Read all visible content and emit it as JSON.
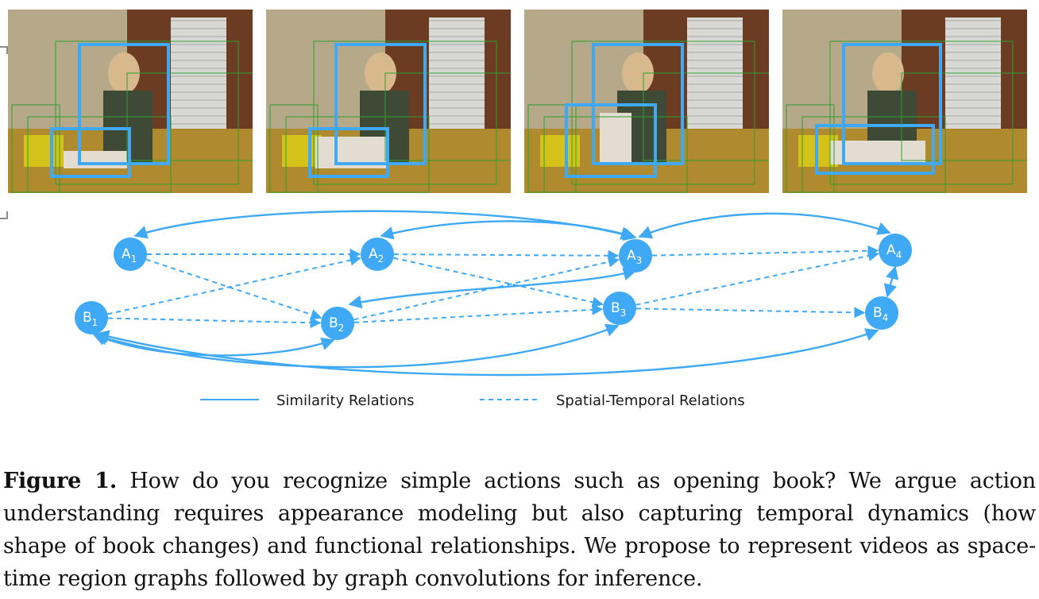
{
  "frames": [
    {
      "id": "frame-1"
    },
    {
      "id": "frame-2"
    },
    {
      "id": "frame-3"
    },
    {
      "id": "frame-4"
    }
  ],
  "graph": {
    "nodes": [
      {
        "id": "A1",
        "letter": "A",
        "sub": "1"
      },
      {
        "id": "A2",
        "letter": "A",
        "sub": "2"
      },
      {
        "id": "A3",
        "letter": "A",
        "sub": "3"
      },
      {
        "id": "A4",
        "letter": "A",
        "sub": "4"
      },
      {
        "id": "B1",
        "letter": "B",
        "sub": "1"
      },
      {
        "id": "B2",
        "letter": "B",
        "sub": "2"
      },
      {
        "id": "B3",
        "letter": "B",
        "sub": "3"
      },
      {
        "id": "B4",
        "letter": "B",
        "sub": "4"
      }
    ],
    "similarity_edges": [
      [
        "A1",
        "A3"
      ],
      [
        "A2",
        "A3"
      ],
      [
        "A3",
        "A4"
      ],
      [
        "B2",
        "A3"
      ],
      [
        "B1",
        "B2"
      ],
      [
        "B1",
        "B3"
      ],
      [
        "B1",
        "B4"
      ],
      [
        "A4",
        "B4"
      ]
    ],
    "spatial_temporal_edges": [
      [
        "A1",
        "A2"
      ],
      [
        "A1",
        "B2"
      ],
      [
        "B1",
        "A2"
      ],
      [
        "B1",
        "B2"
      ],
      [
        "A2",
        "A3"
      ],
      [
        "A2",
        "B3"
      ],
      [
        "B2",
        "A3"
      ],
      [
        "B2",
        "B3"
      ],
      [
        "A3",
        "A4"
      ],
      [
        "B3",
        "A4"
      ],
      [
        "B3",
        "B4"
      ]
    ],
    "colors": {
      "node": "#3fa9f5",
      "edge": "#3fa9f5",
      "node_text": "#ffffff"
    }
  },
  "legend": {
    "similarity_label": "Similarity Relations",
    "spatial_temporal_label": "Spatial-Temporal Relations"
  },
  "caption": {
    "label": "Figure 1.",
    "text": "How do you recognize simple actions such as opening book? We argue action understanding requires appearance modeling but also capturing temporal dynamics (how shape of book changes) and functional relationships. We propose to represent videos as space-time region graphs followed by graph convolutions for inference."
  }
}
